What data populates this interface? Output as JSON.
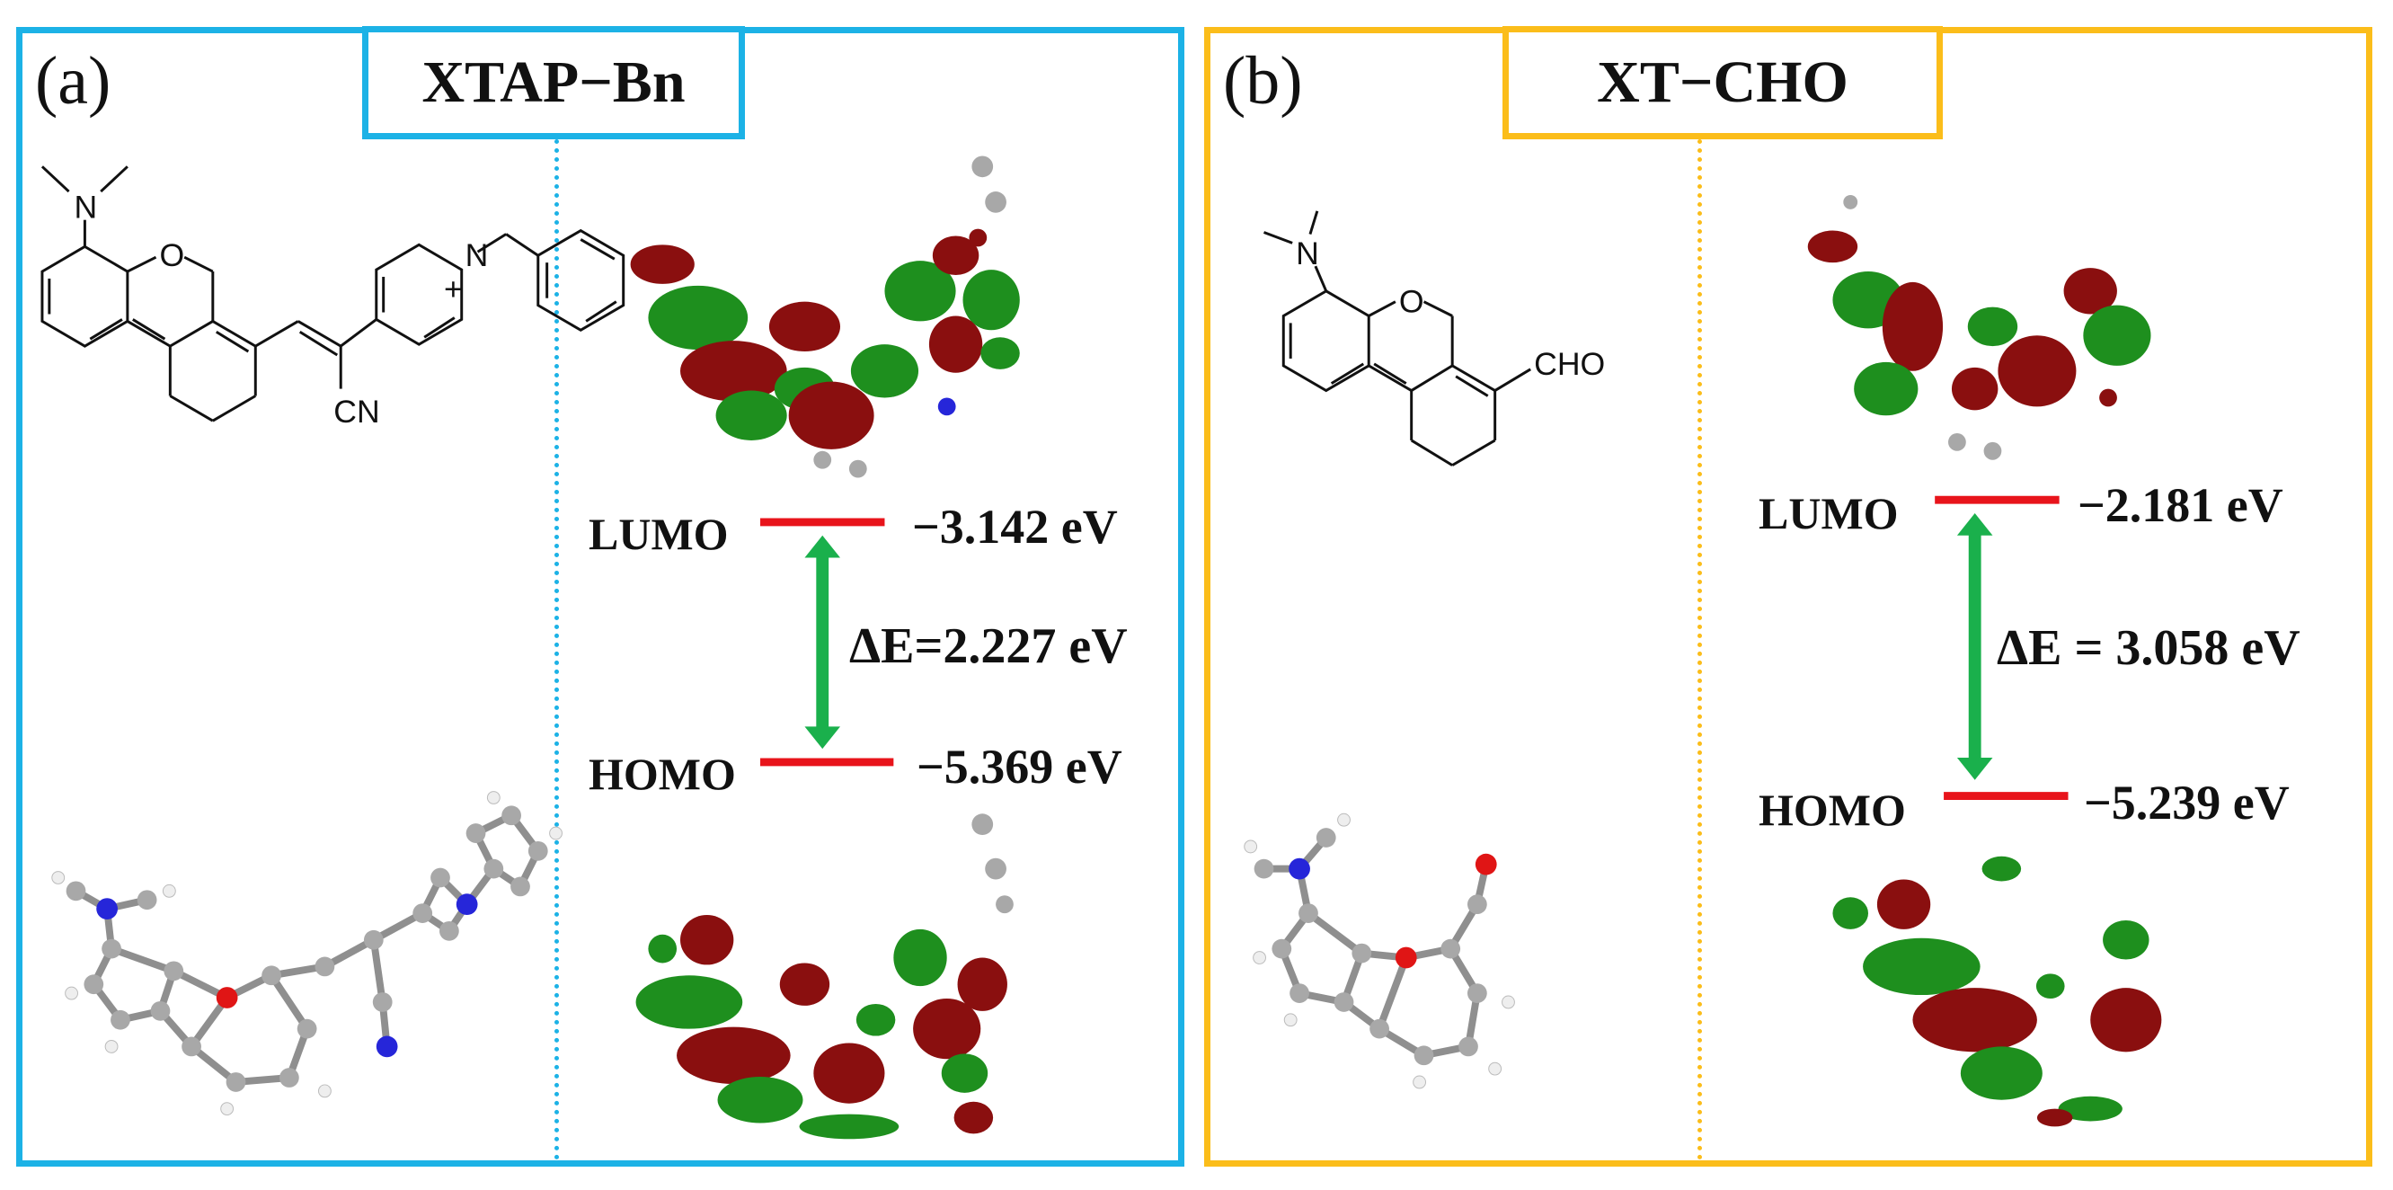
{
  "panels": [
    {
      "letter": "(a)",
      "title": "XTAP−Bn",
      "border_color": "#1cb2e6",
      "structure_labels": {
        "amine": "N",
        "oxygen": "O",
        "pyridinium": "N",
        "charge": "+",
        "nitrile": "CN"
      },
      "lumo": {
        "label": "LUMO",
        "energy": "−3.142 eV"
      },
      "homo": {
        "label": "HOMO",
        "energy": "−5.369 eV"
      },
      "gap": "ΔE=2.227 eV"
    },
    {
      "letter": "(b)",
      "title": "XT−CHO",
      "border_color": "#fbbd1a",
      "structure_labels": {
        "amine": "N",
        "oxygen": "O",
        "aldehyde": "CHO"
      },
      "lumo": {
        "label": "LUMO",
        "energy": "−2.181 eV"
      },
      "homo": {
        "label": "HOMO",
        "energy": "−5.239 eV"
      },
      "gap": "ΔE = 3.058 eV"
    }
  ],
  "colors": {
    "level_line": "#e8141b",
    "gap_arrow": "#1ab04c",
    "orbital_positive": "#1e8f1e",
    "orbital_negative": "#8a0f0f",
    "atom_carbon": "#a8a8a8",
    "atom_hydrogen": "#eeeeee",
    "atom_nitrogen": "#2626d9",
    "atom_oxygen": "#e01515"
  }
}
